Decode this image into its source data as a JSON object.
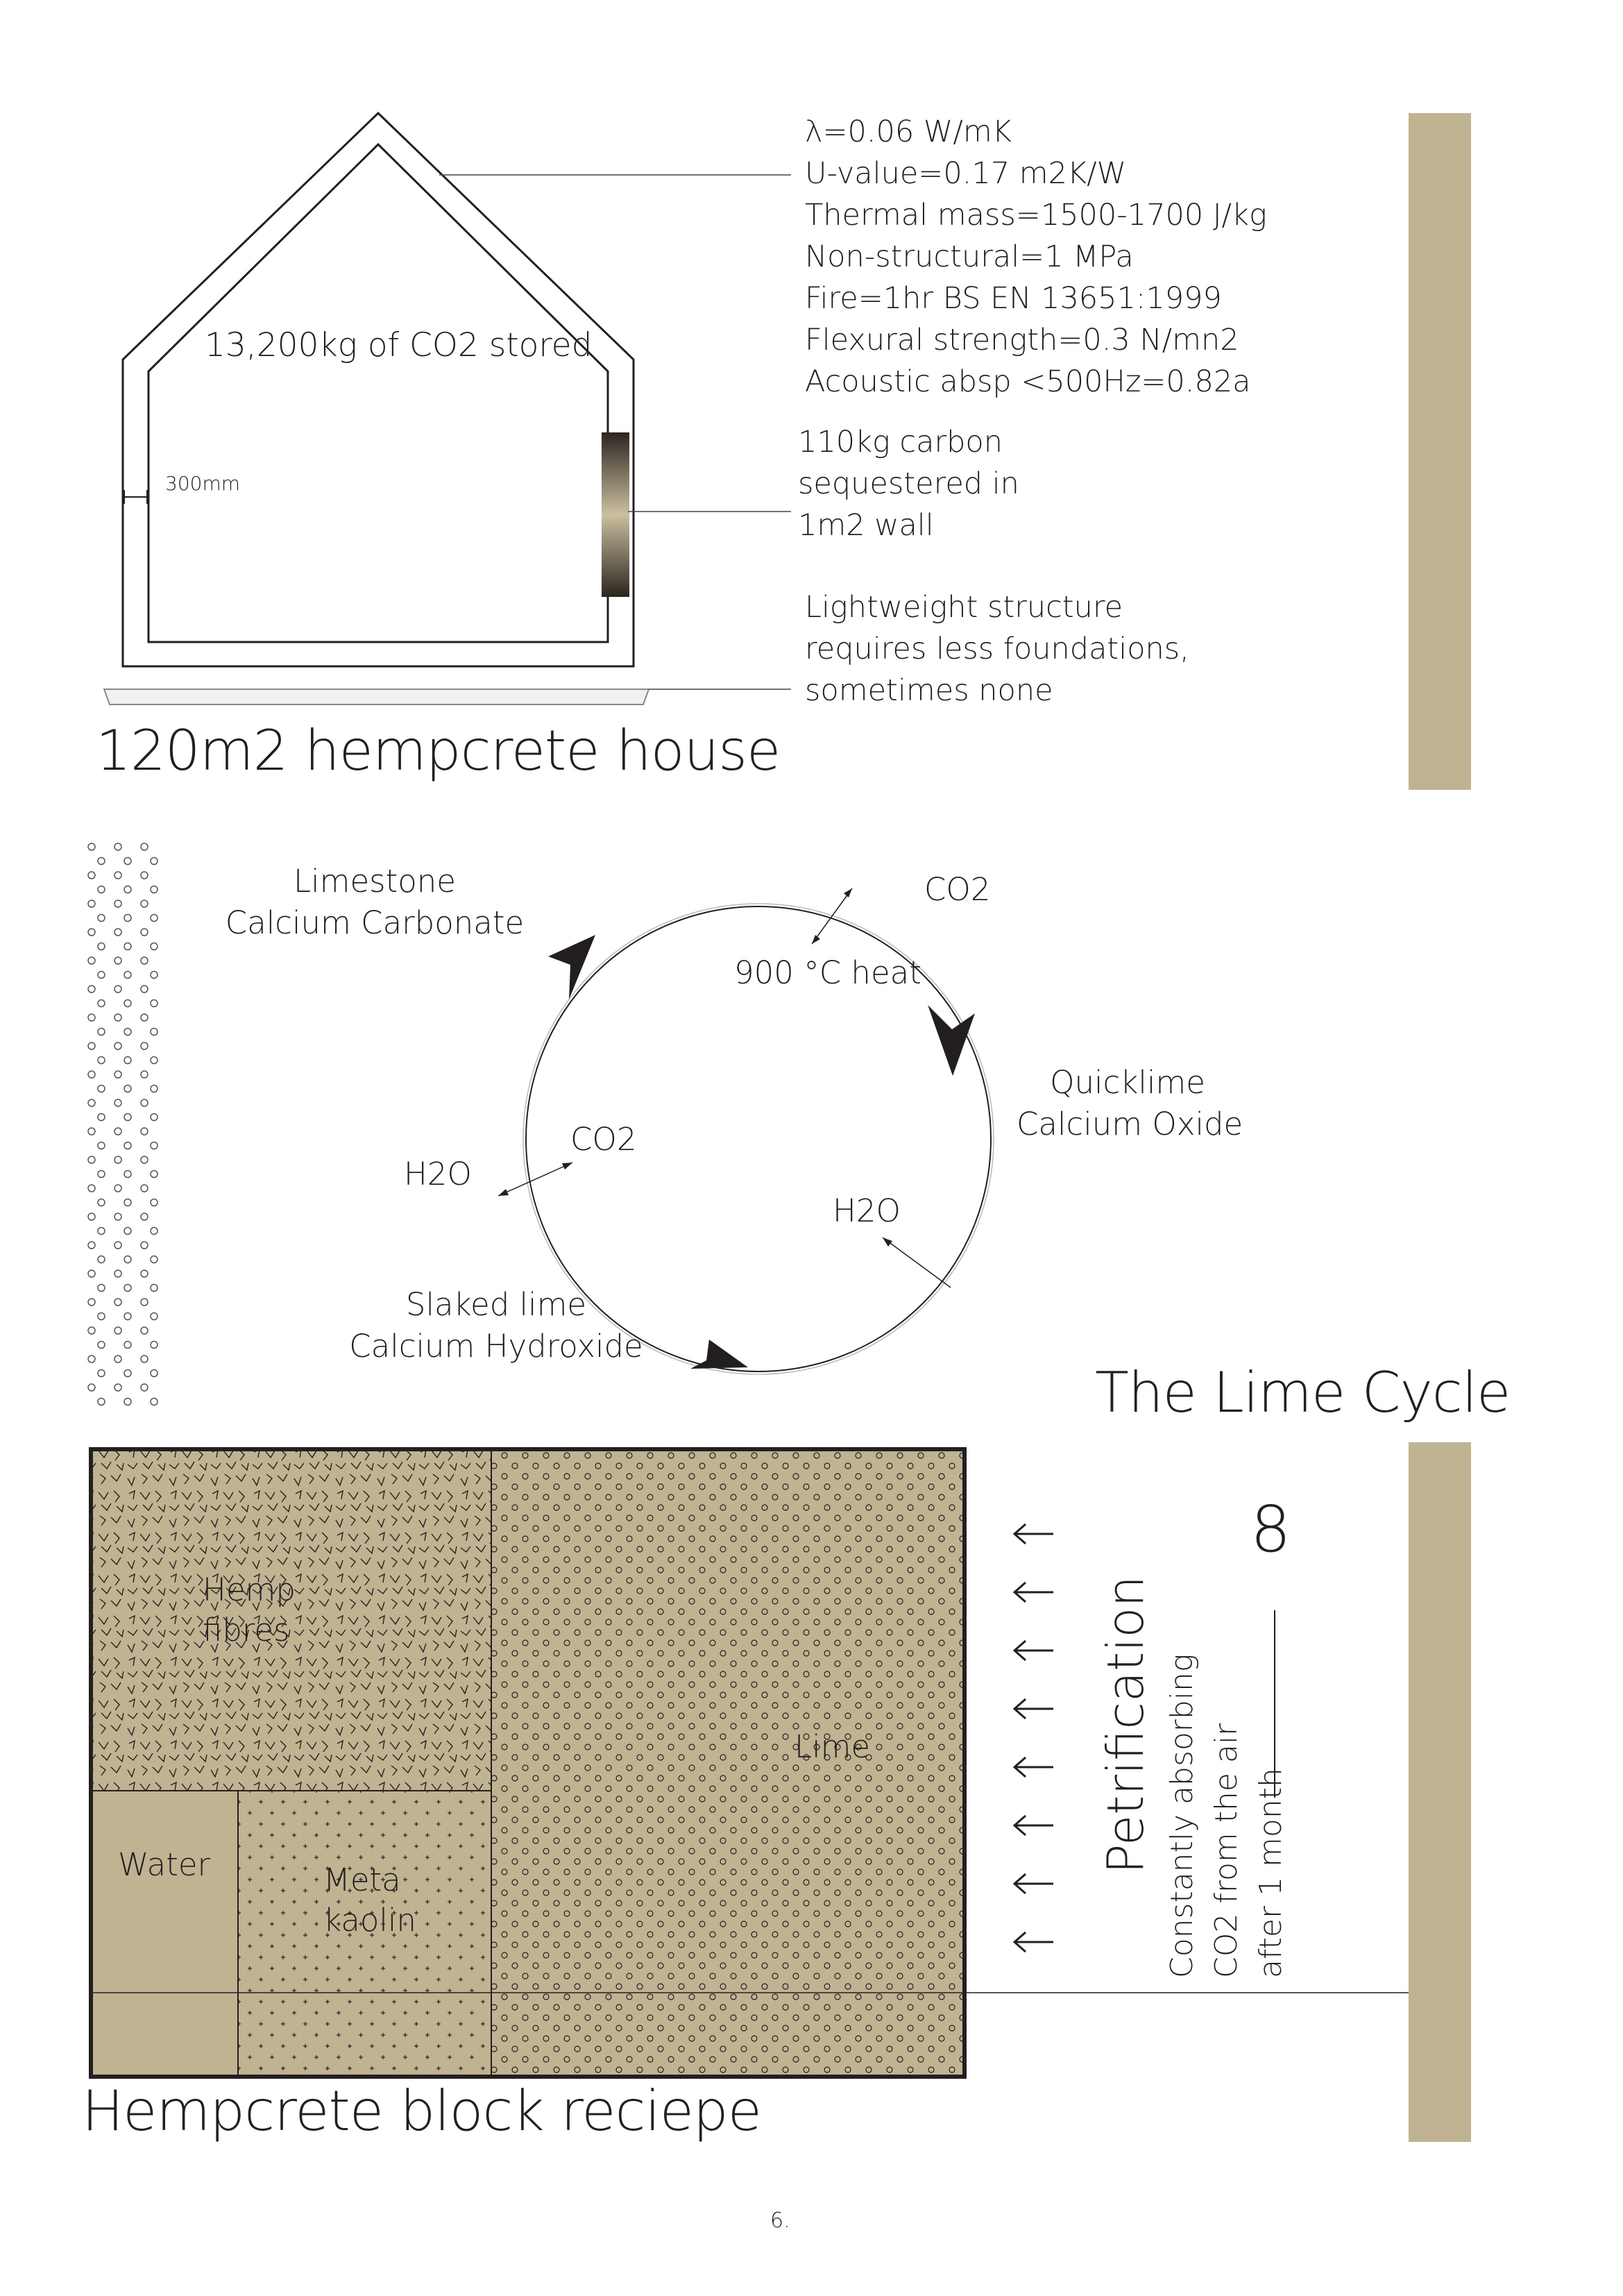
{
  "colors": {
    "tan": "#c0b392",
    "ink": "#231f20",
    "dark": "#2b2520"
  },
  "house": {
    "co2_stored": "13,200kg of CO2 stored",
    "wall_thickness": "300mm",
    "properties": [
      "λ=0.06 W/mK",
      "U-value=0.17 m2K/W",
      "Thermal mass=1500-1700 J/kg",
      "Non-structural=1 MPa",
      "Fire=1hr BS EN 13651:1999",
      "Flexural strength=0.3 N/mn2",
      "Acoustic absp <500Hz=0.82a"
    ],
    "carbon_note": [
      "110kg carbon",
      "sequestered in",
      "1m2 wall"
    ],
    "foundation_note": [
      "Lightweight structure",
      "requires less foundations,",
      "sometimes none"
    ],
    "title": "120m2 hempcrete house"
  },
  "lime_cycle": {
    "limestone": [
      "Limestone",
      "Calcium Carbonate"
    ],
    "co2_top": "CO2",
    "heat": "900 °C heat",
    "quicklime": [
      "Quicklime",
      "Calcium Oxide"
    ],
    "co2_left": "CO2",
    "h2o_left": "H2O",
    "h2o_right": "H2O",
    "slaked": [
      "Slaked lime",
      "Calcium Hydroxide"
    ],
    "title": "The Lime Cycle"
  },
  "recipe": {
    "hemp": [
      "Hemp",
      "fibres"
    ],
    "water": "Water",
    "metakaolin": [
      "Meta",
      "kaolin"
    ],
    "lime": "Lime",
    "petrification": "Petrification",
    "absorbing": [
      "Constantly absorbing",
      "CO2 from the air",
      "after 1 month"
    ],
    "infinity": "8",
    "title": "Hempcrete block reciepe"
  },
  "page_number": "6."
}
